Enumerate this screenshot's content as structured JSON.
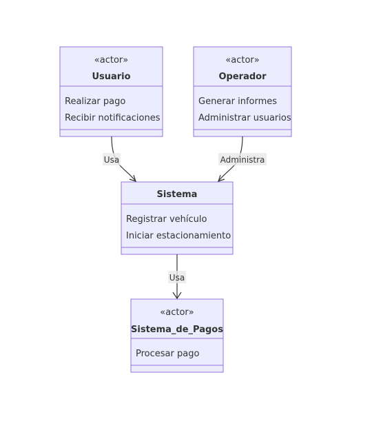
{
  "classes": {
    "usuario": {
      "stereotype": "«actor»",
      "name": "Usuario",
      "methods": [
        "Realizar pago",
        "Recibir notificaciones"
      ]
    },
    "operador": {
      "stereotype": "«actor»",
      "name": "Operador",
      "methods": [
        "Generar informes",
        "Administrar usuarios"
      ]
    },
    "sistema": {
      "name": "Sistema",
      "methods": [
        "Registrar vehículo",
        "Iniciar estacionamiento"
      ]
    },
    "pagos": {
      "stereotype": "«actor»",
      "name": "Sistema_de_Pagos",
      "methods": [
        "Procesar pago"
      ]
    }
  },
  "relations": {
    "usuario_sistema": "Usa",
    "operador_sistema": "Administra",
    "sistema_pagos": "Usa"
  },
  "colors": {
    "box_fill": "#ececff",
    "box_stroke": "#9370db",
    "line": "#333333"
  }
}
